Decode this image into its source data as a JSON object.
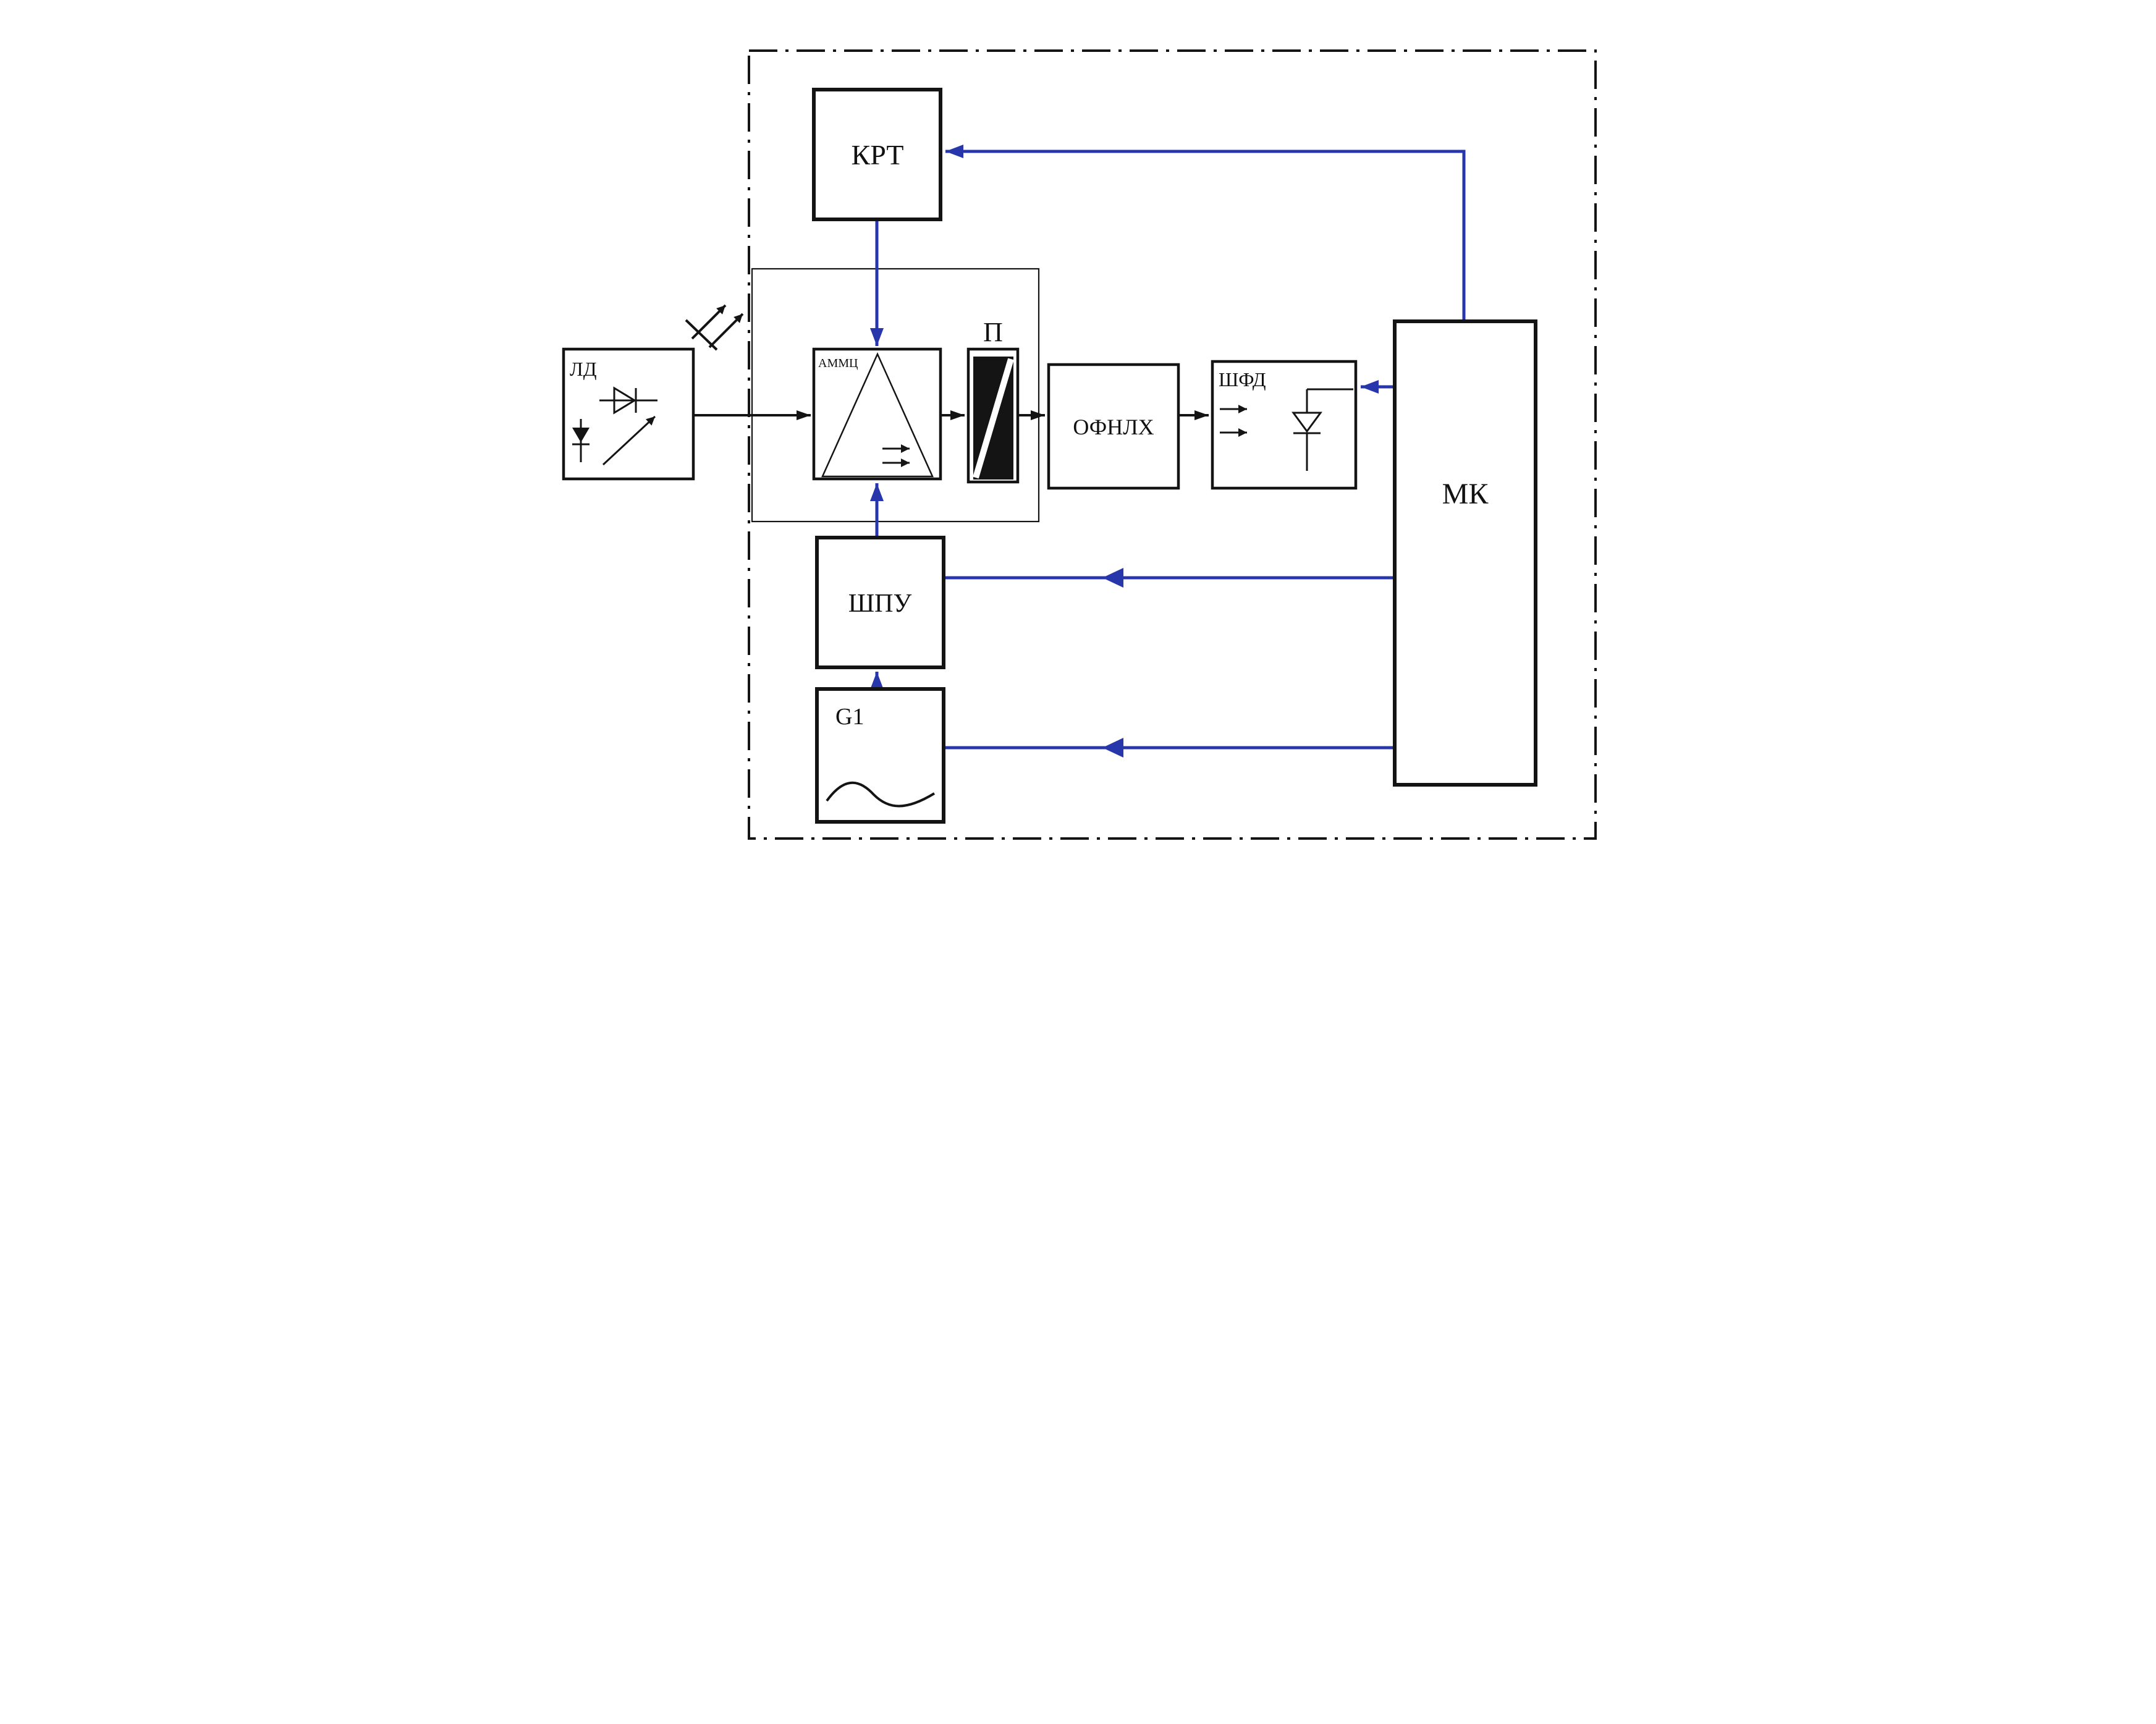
{
  "diagram": {
    "type": "block-diagram",
    "blocks": {
      "krt": {
        "label": "КРТ"
      },
      "ld": {
        "label": "ЛД"
      },
      "ammc": {
        "label": "АММЦ"
      },
      "p": {
        "label": "П"
      },
      "ofnlh": {
        "label": "ОФНЛХ"
      },
      "shfd": {
        "label": "ШФД"
      },
      "mk": {
        "label": "МК"
      },
      "shpu": {
        "label": "ШПУ"
      },
      "g1": {
        "label": "G1"
      }
    },
    "connections": [
      {
        "from": "ld",
        "to": "ammc",
        "color": "black"
      },
      {
        "from": "ammc",
        "to": "p",
        "color": "black"
      },
      {
        "from": "p",
        "to": "ofnlh",
        "color": "black"
      },
      {
        "from": "ofnlh",
        "to": "shfd",
        "color": "black"
      },
      {
        "from": "mk",
        "to": "krt",
        "color": "blue"
      },
      {
        "from": "krt",
        "to": "ammc",
        "color": "blue"
      },
      {
        "from": "shpu",
        "to": "ammc",
        "color": "blue"
      },
      {
        "from": "g1",
        "to": "shpu",
        "color": "blue"
      },
      {
        "from": "mk",
        "to": "shpu",
        "color": "blue"
      },
      {
        "from": "mk",
        "to": "g1",
        "color": "blue"
      },
      {
        "from": "mk",
        "to": "shfd",
        "color": "blue"
      }
    ],
    "colors": {
      "line_black": "#141414",
      "line_blue": "#2836ab",
      "background": "#ffffff"
    }
  }
}
